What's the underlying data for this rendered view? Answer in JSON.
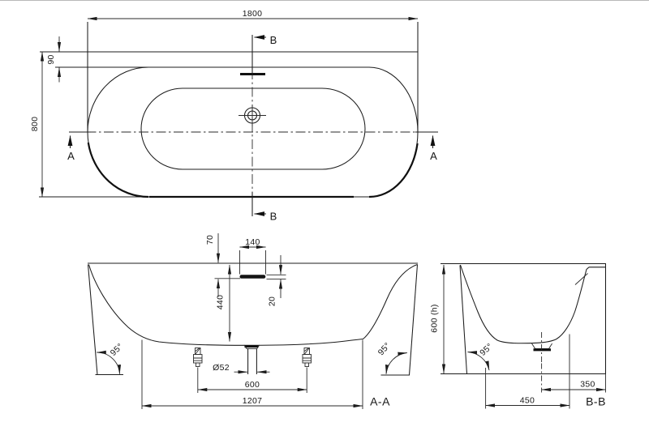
{
  "drawing": {
    "type": "bathtub technical drawing",
    "background_color": "#ffffff",
    "line_color": "#1c1c1c",
    "views": {
      "plan": {
        "dim_length": "1800",
        "dim_width": "800",
        "dim_rim_offset": "90",
        "marker_a": "A",
        "marker_b": "B"
      },
      "section_aa": {
        "label": "A-A",
        "dim_overflow_drop": "70",
        "dim_overflow_width": "140",
        "dim_depth": "440",
        "dim_overflow_height": "20",
        "dim_drain_diameter": "Ø52",
        "dim_feet_spacing": "600",
        "dim_base_length": "1207",
        "angle_left": "95°",
        "angle_right": "95°"
      },
      "section_bb": {
        "label": "B-B",
        "dim_height": "600 (h)",
        "angle": "95°",
        "dim_base_width": "450",
        "dim_drain_offset": "350"
      }
    }
  }
}
